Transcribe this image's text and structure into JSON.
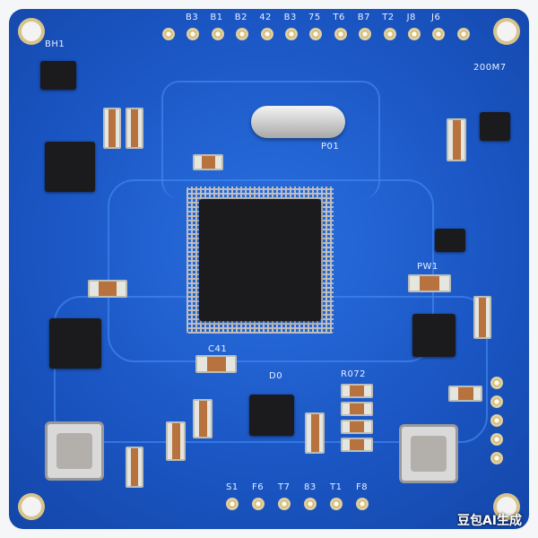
{
  "header_labels": [
    "B3",
    "B1",
    "B2",
    "42",
    "B3",
    "75",
    "T6",
    "B7",
    "T2",
    "J8",
    "J6"
  ],
  "bottom_labels": [
    "S1",
    "F6",
    "T7",
    "83",
    "T1",
    "F8"
  ],
  "component_labels": {
    "top_left": "BH1",
    "crystal": "P01",
    "top_right": "200M7",
    "mcu_cap": "C41",
    "bottom_center": "D0",
    "resistor_group": "R072",
    "right_mid": "PW1"
  },
  "watermark": "豆包AI生成",
  "colors": {
    "board": "#1a55c2",
    "silkscreen": "#e8f0ff",
    "chip": "#1b1b1d"
  }
}
